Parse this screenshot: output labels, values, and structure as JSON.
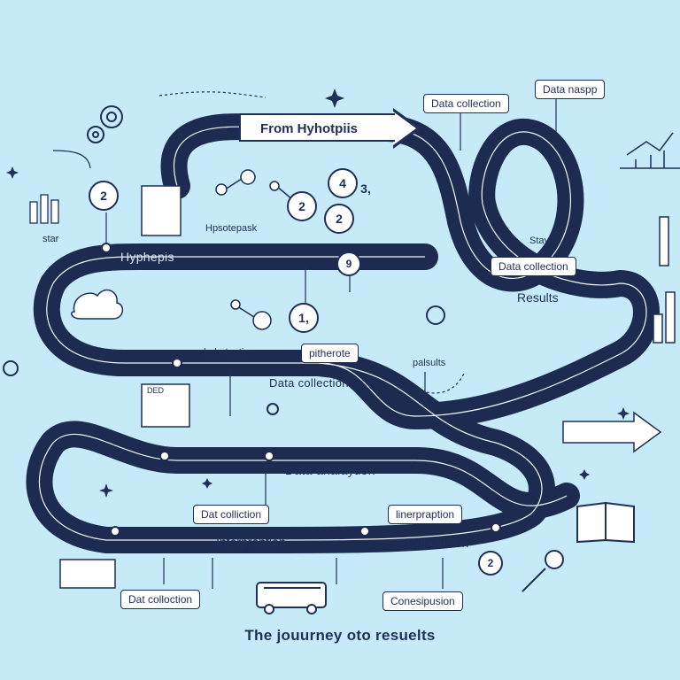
{
  "main_arrow_label": "From Hyhotpiis",
  "road_labels": {
    "hypohepis": "Hyphepis",
    "results": "Results",
    "data_collection": "Data collection",
    "data_analaytion": "Data analaytion",
    "interpretation": "Interpraption",
    "conclusion": "Conclusion"
  },
  "boxes": {
    "data_collection_top": "Data collection",
    "data_naspp": "Data naspp",
    "data_collection_right": "Data collection",
    "pitherote": "pitherote",
    "dat_colliction": "Dat colliction",
    "linerpraption": "linerpraption",
    "dat_collocation": "Dat colloction",
    "conesipusion": "Conesipusion"
  },
  "small_labels": {
    "hpsotepask": "Hpsotepask",
    "stay": "Stay",
    "hpsotion": "hpbateption",
    "palsults": "palsults",
    "star": "star",
    "ded": "DED"
  },
  "circles": {
    "c2_left": "2",
    "c2_mid": "2",
    "c4": "4",
    "c3": "3,",
    "c2_low": "2",
    "c9": "9",
    "c1": "1,",
    "c2_bottom": "2"
  },
  "caption": "The jouurney oto resuelts",
  "colors": {
    "road": "#1c2b4f",
    "background": "#c6eaf8",
    "ink": "#1f2f57"
  }
}
